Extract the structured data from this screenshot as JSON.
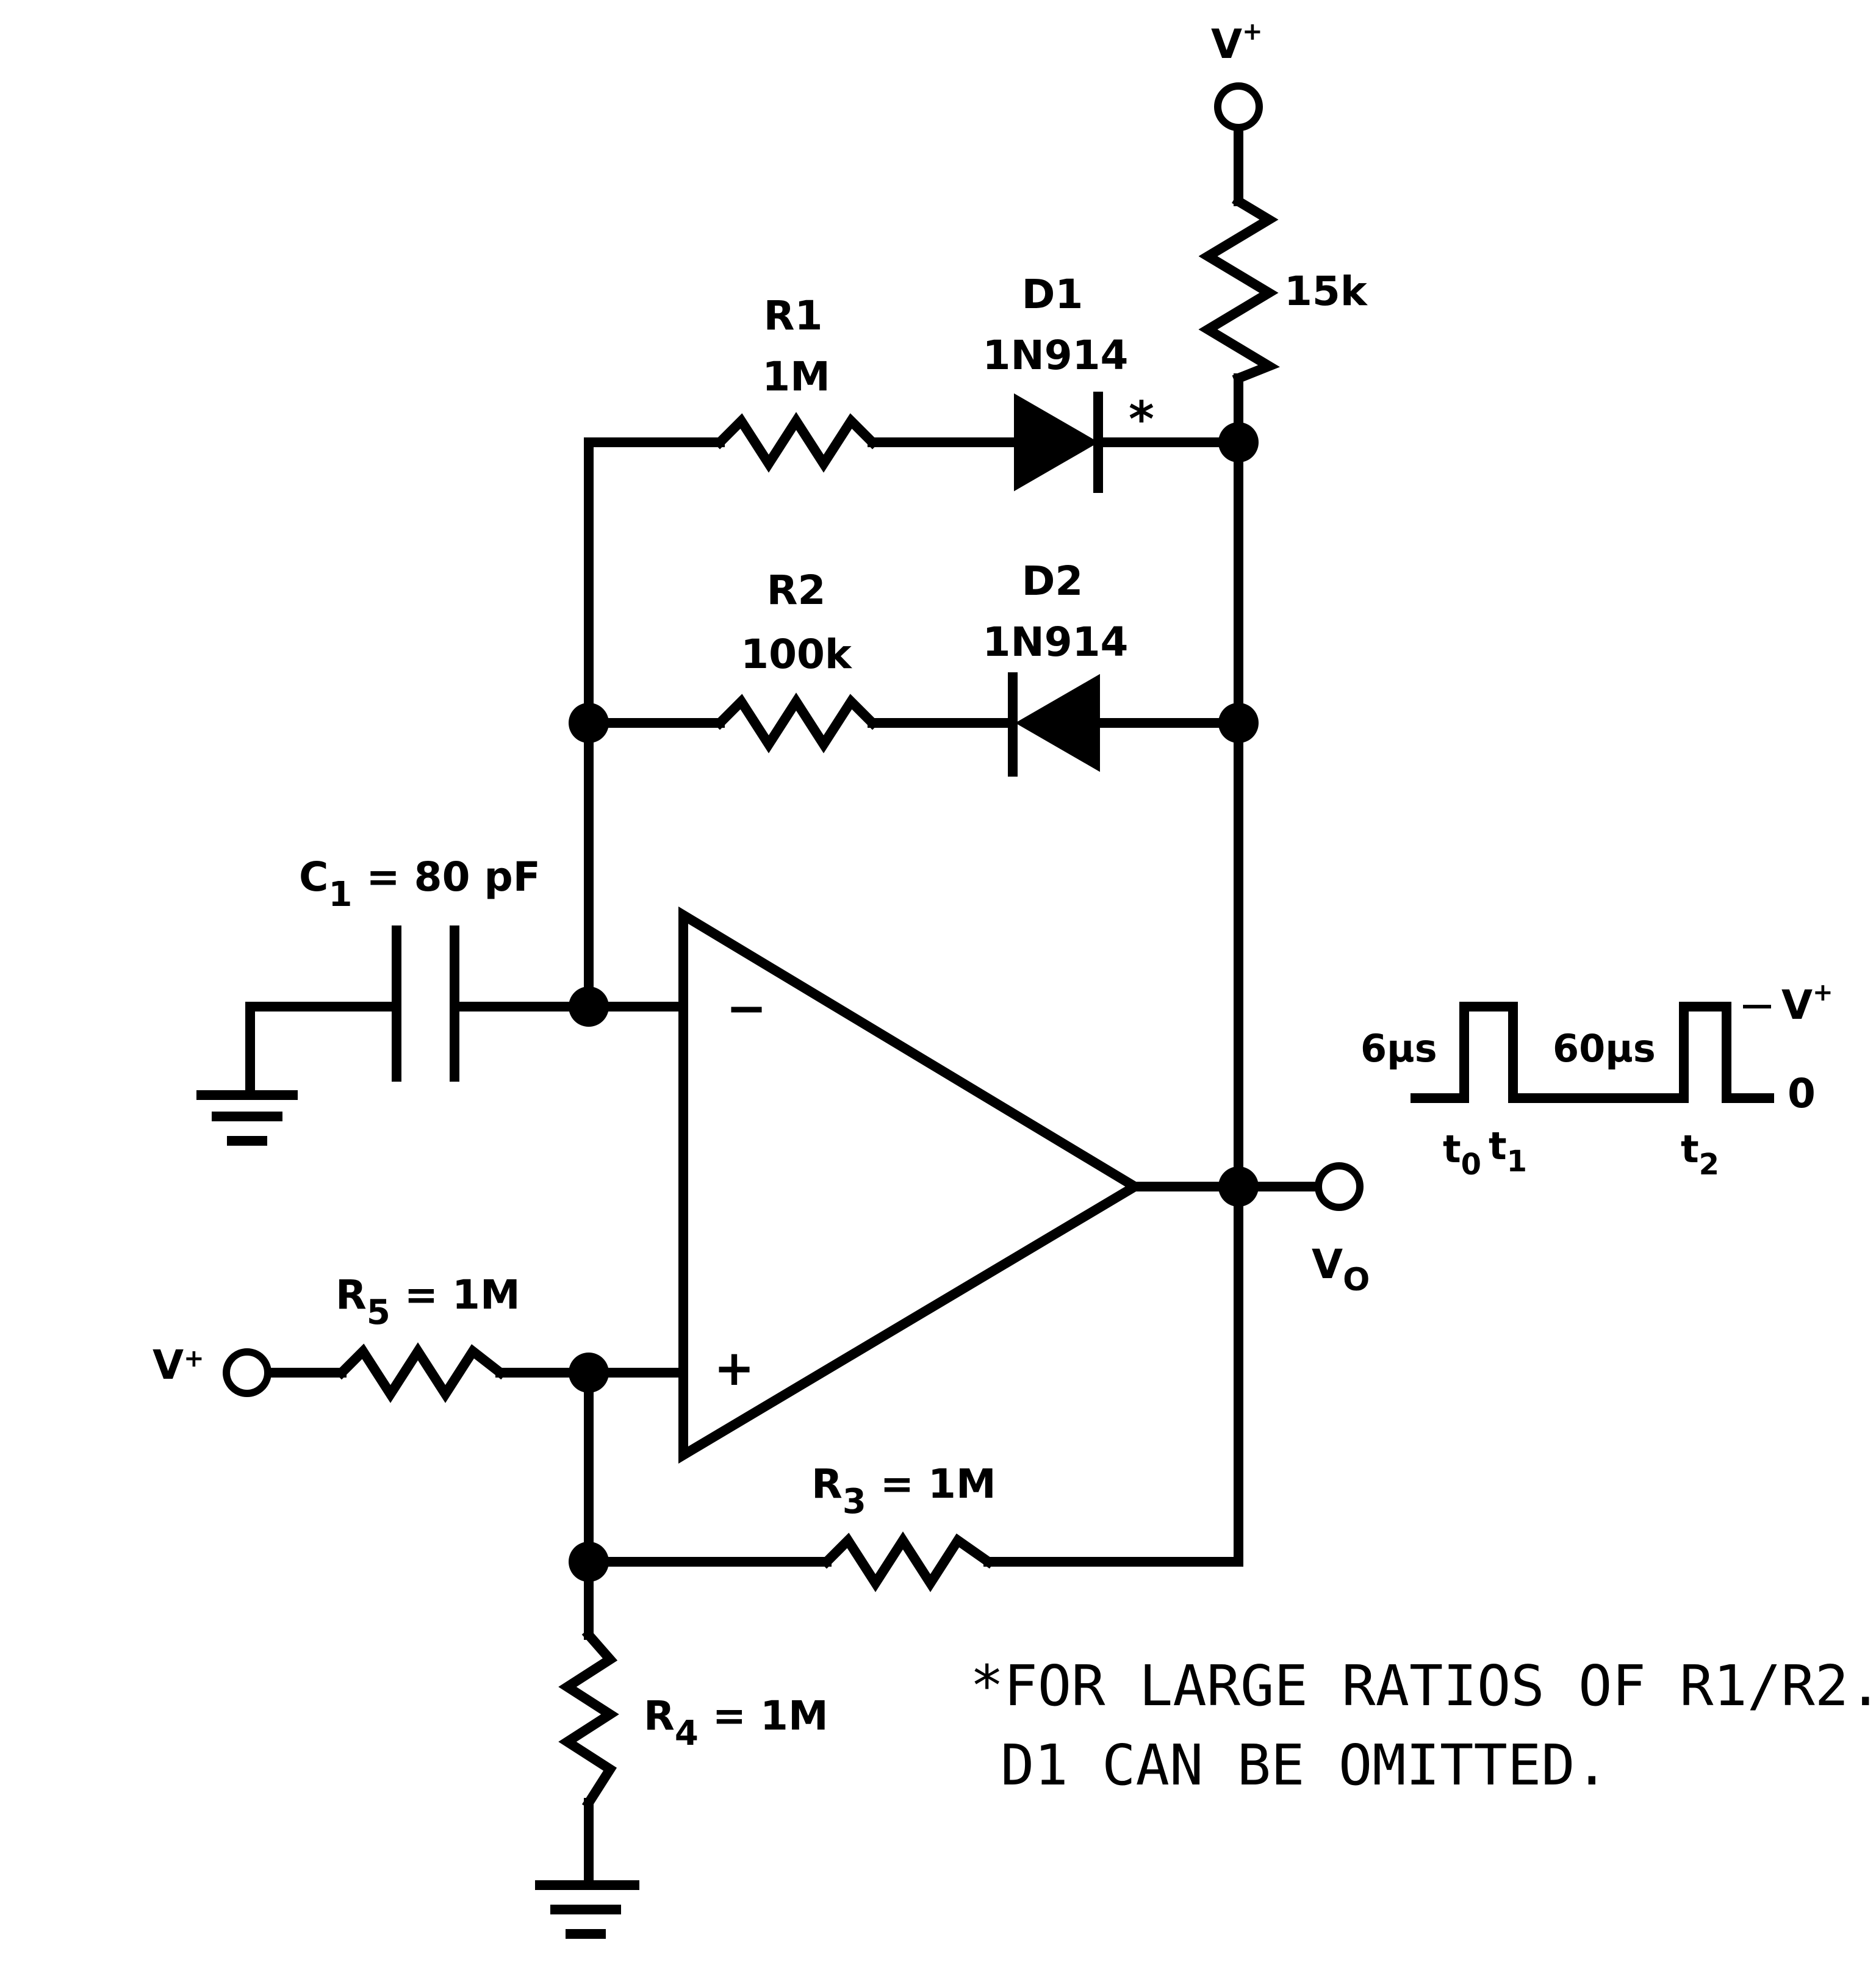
{
  "labels": {
    "vplus_top": "V",
    "vplus_top_sup": "+",
    "r_15k": "15k",
    "r1_name": "R1",
    "r1_value": "1M",
    "d1_name": "D1",
    "d1_part": "1N914",
    "asterisk": "*",
    "r2_name": "R2",
    "r2_value": "100k",
    "d2_name": "D2",
    "d2_part": "1N914",
    "c1_letter": "C",
    "c1_sub": "1",
    "c1_value": " = 80 pF",
    "opamp_minus": "−",
    "opamp_plus": "+",
    "vo_letter": "V",
    "vo_sub": "O",
    "r5_letter": "R",
    "r5_sub": "5",
    "r5_value": " = 1M",
    "vplus_left": "V",
    "vplus_left_sup": "+",
    "r3_letter": "R",
    "r3_sub": "3",
    "r3_value": " = 1M",
    "r4_letter": "R",
    "r4_sub": "4",
    "r4_value": " = 1M"
  },
  "waveform": {
    "pulse_width": "6μs",
    "period": "60μs",
    "high_level": "V",
    "high_level_sup": "+",
    "low_level": "0",
    "t0": "t",
    "t0_sub": "0",
    "t1": "t",
    "t1_sub": "1",
    "t2": "t",
    "t2_sub": "2"
  },
  "note": {
    "line1": "*FOR LARGE RATIOS OF R1/R2.",
    "line2": "D1 CAN BE OMITTED."
  }
}
